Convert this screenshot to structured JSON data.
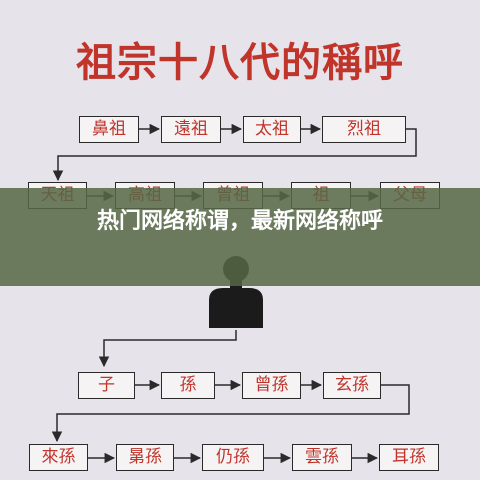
{
  "title": "祖宗十八代的稱呼",
  "rows": [
    [
      "鼻祖",
      "遠祖",
      "太祖",
      "烈祖"
    ],
    [
      "天祖",
      "高祖",
      "曾祖",
      "祖",
      "父母"
    ],
    [
      "子",
      "孫",
      "曾孫",
      "玄孫"
    ],
    [
      "來孫",
      "晜孫",
      "仍孫",
      "雲孫",
      "耳孫"
    ]
  ],
  "banner": {
    "text": "热门网络称谓，最新网络称呼"
  },
  "colors": {
    "title": "#c0342a",
    "box_text": "#c0342a",
    "banner": "#566846",
    "background": "#e7e3ea"
  },
  "icons": {
    "self": "person-silhouette-icon"
  }
}
